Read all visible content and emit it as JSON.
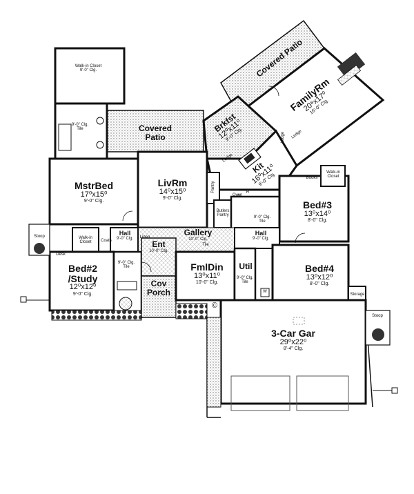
{
  "rooms": {
    "walkin_closet_top": {
      "name": "Walk-in Closet",
      "ceiling": "9'-0\" Clg."
    },
    "covered_patio_left": {
      "name": "Covered Patio"
    },
    "covered_patio_right": {
      "name": "Covered Patio"
    },
    "family": {
      "name": "FamilyRm",
      "dims": "20⁸x17⁰",
      "ceiling": "16'-0\" Clg."
    },
    "brkfst": {
      "name": "Brkfst",
      "dims": "12⁰x11⁰",
      "ceiling": "9'-0\" Clg."
    },
    "kit": {
      "name": "Kit",
      "dims": "16⁰x11⁰",
      "ceiling": "9'-0\" Clg."
    },
    "mstr_bed": {
      "name": "MstrBed",
      "dims": "17⁰x15⁰",
      "ceiling": "9'-0\" Clg."
    },
    "liv": {
      "name": "LivRm",
      "dims": "14⁰x15⁰",
      "ceiling": "9'-0\" Clg."
    },
    "bed3": {
      "name": "Bed#3",
      "dims": "13⁰x14⁰",
      "ceiling": "8'-0\" Clg."
    },
    "gallery": {
      "name": "Gallery",
      "ceiling": "10'-0\" Clg."
    },
    "hall_left": {
      "name": "Hall",
      "ceiling": "9'-0\" Clg."
    },
    "hall_right": {
      "name": "Hall",
      "ceiling": "9'-0\" Clg."
    },
    "bed2": {
      "name": "Bed#2\n/Study",
      "dims": "12⁰x12⁰",
      "ceiling": "9'-0\" Clg."
    },
    "ent": {
      "name": "Ent",
      "ceiling": "10'-0\" Clg."
    },
    "fmldin": {
      "name": "FmlDin",
      "dims": "13⁰x11⁰",
      "ceiling": "10'-0\" Clg."
    },
    "util": {
      "name": "Util",
      "ceiling": "9'-0\" Clg."
    },
    "bed4": {
      "name": "Bed#4",
      "dims": "13⁰x12⁰",
      "ceiling": "8'-0\" Clg."
    },
    "cov_porch": {
      "name": "Cov\nPorch"
    },
    "garage": {
      "name": "3-Car Gar",
      "dims": "29⁰x22⁰",
      "ceiling": "8'-4\" Clg."
    }
  },
  "small_labels": {
    "ledge_a": "Ledge",
    "ledge_b": "Ledge",
    "ledge_c": "Ledge",
    "pantry": "Pantry",
    "butlers": "Butlers Pantry",
    "oven": "Oven",
    "books": "Books",
    "walkin_closet_right": "Walk-in Closet",
    "walkin_closet_left": "Walk-in Closet",
    "coats": "Coats",
    "desk": "Desk",
    "linen": "Linen",
    "storage": "Storage",
    "stoop_left": "Stoop",
    "stoop_right": "Stoop",
    "tile": "Tile",
    "mb_bath_clg": "9'-0\" Clg. Tile",
    "bath_right_clg": "9'-0\" Clg. Tile",
    "bath_left_clg": "9'-0\" Clg. Tile",
    "util_clg": "9'-0\" Clg. Tile",
    "wh": "W",
    "d_mark": "D",
    "r_mark": "R",
    "copyright": "©"
  }
}
